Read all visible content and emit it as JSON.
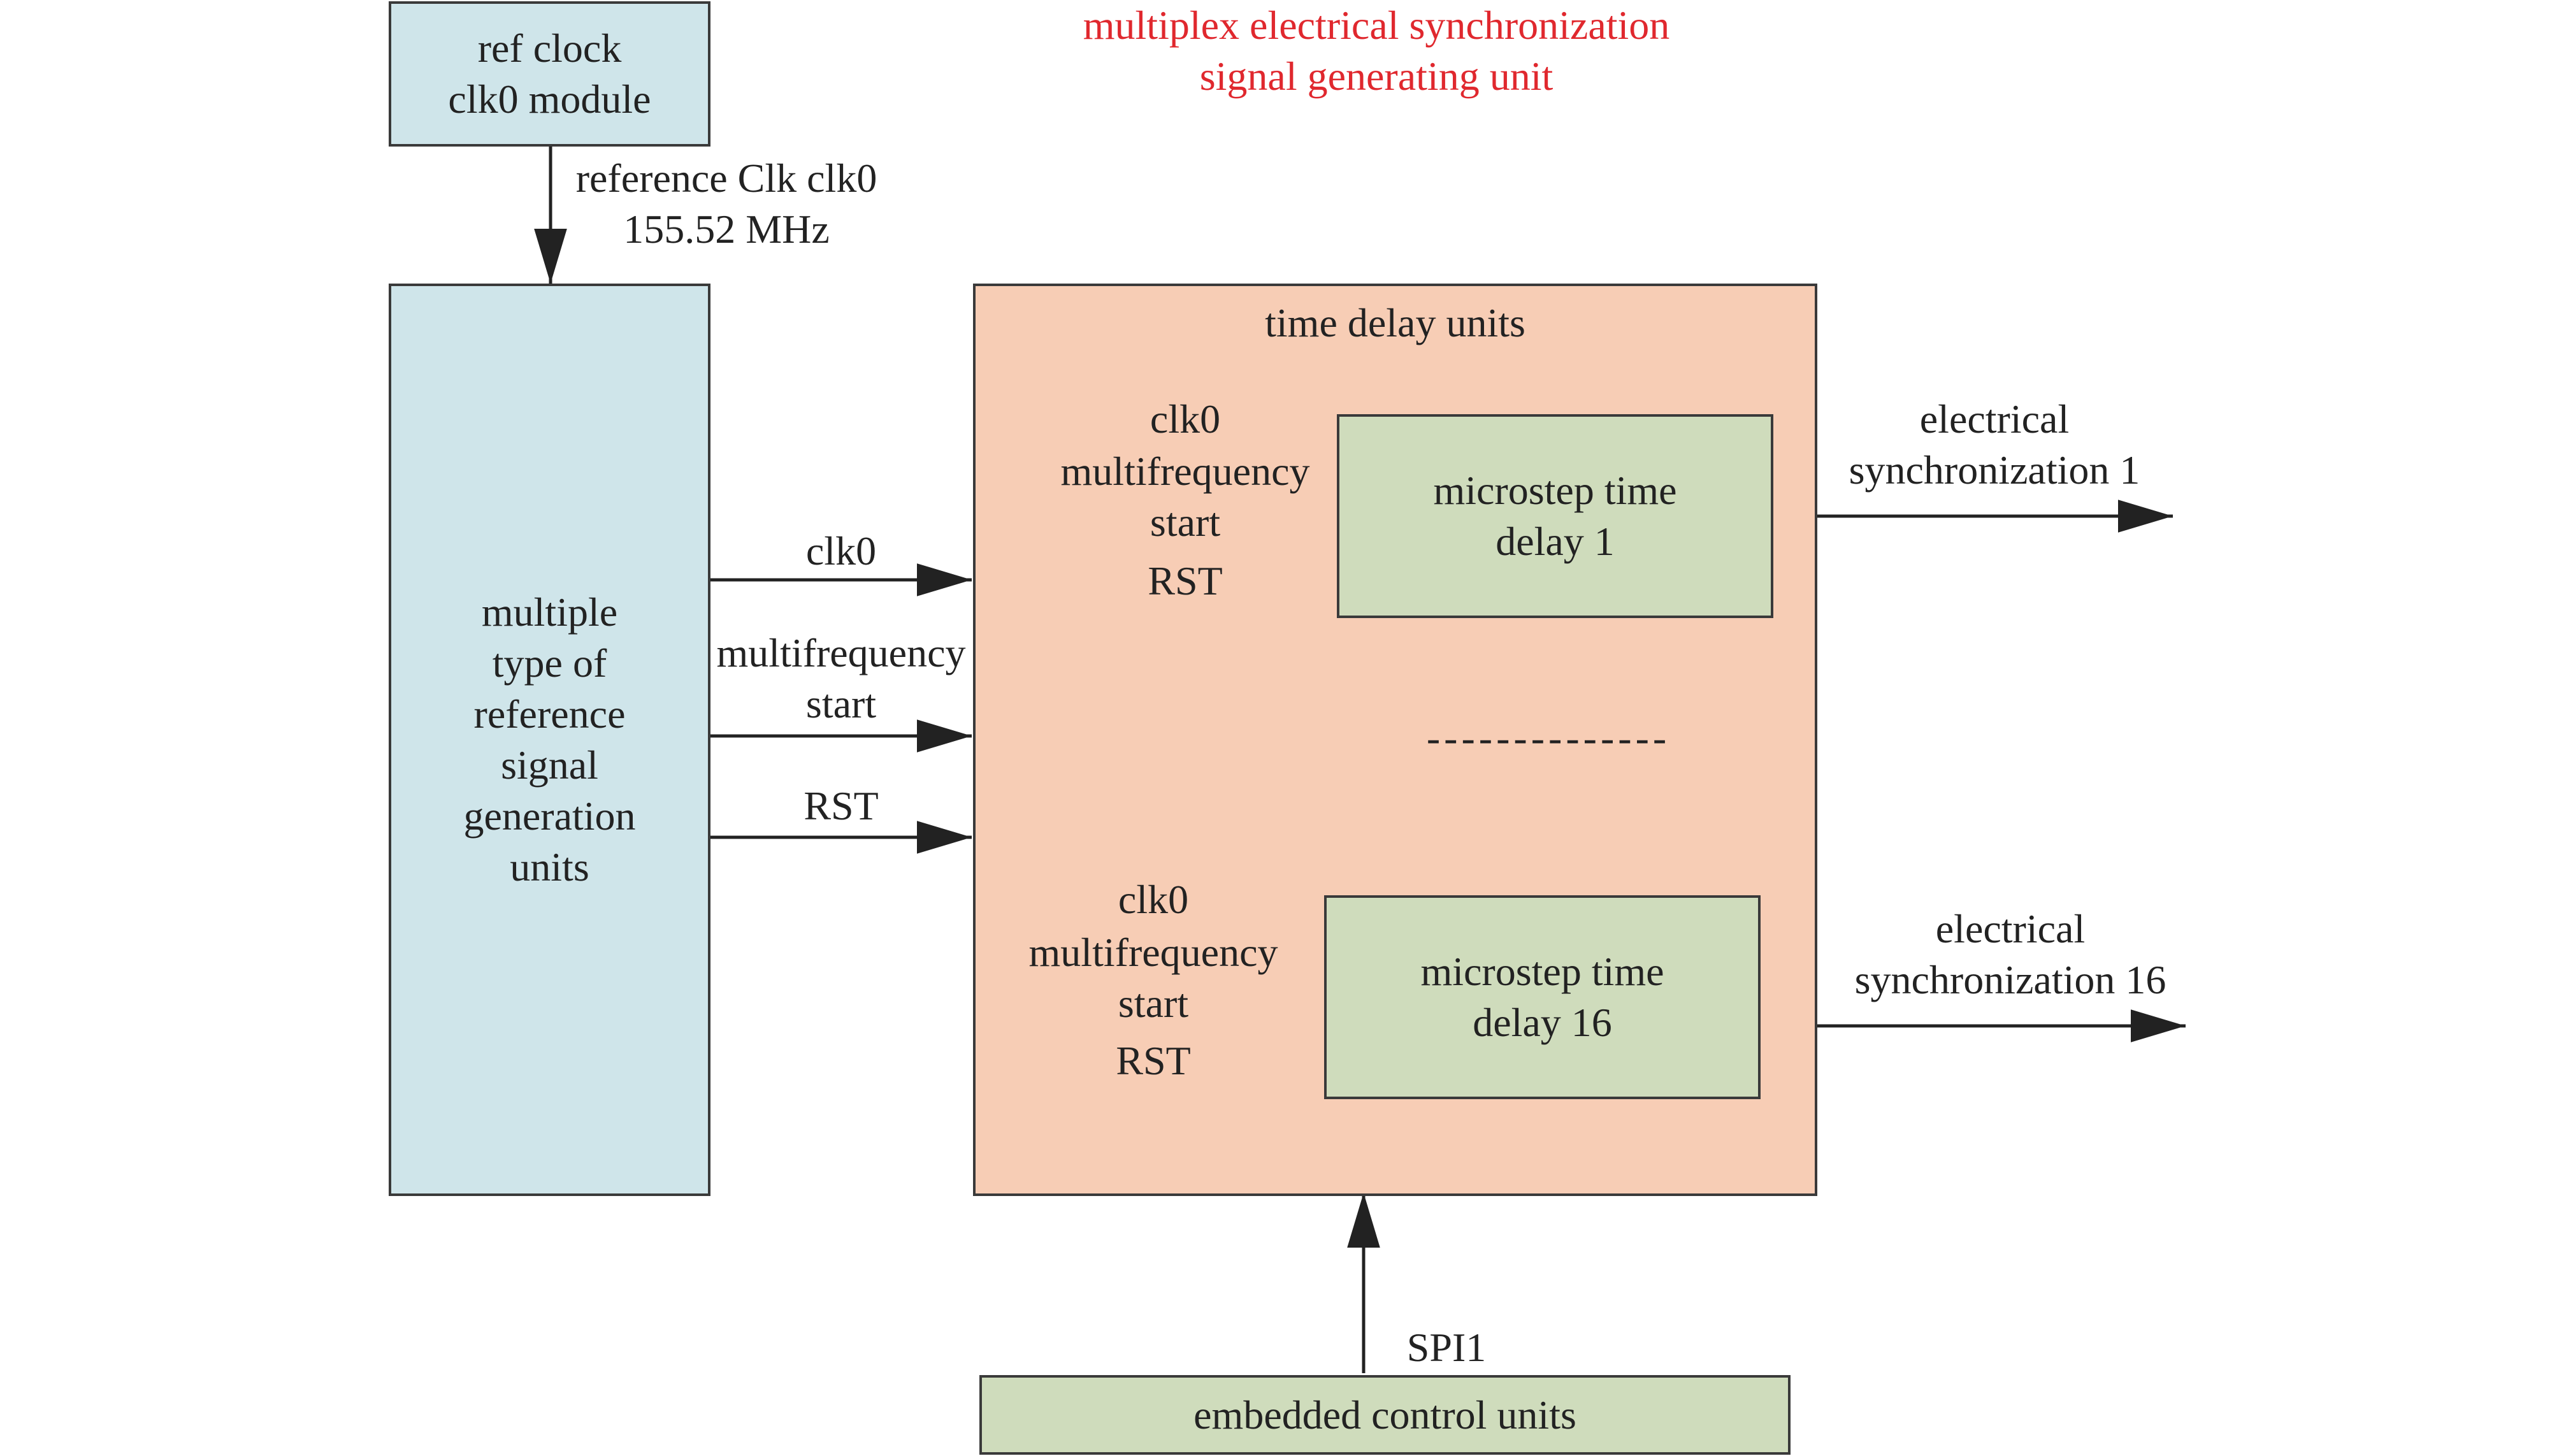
{
  "title": {
    "line1": "multiplex electrical synchronization",
    "line2": "signal generating unit"
  },
  "ref_clock": {
    "line1": "ref clock",
    "line2": "clk0 module",
    "arrow_line1": "reference Clk clk0",
    "arrow_line2": "155.52 MHz"
  },
  "generator": {
    "lines": [
      "multiple",
      "type of",
      "reference",
      "signal",
      "generation",
      "units"
    ]
  },
  "inputs": {
    "clk0": "clk0",
    "multifrequency": "multifrequency",
    "start": "start",
    "rst": "RST"
  },
  "delay_units": {
    "title": "time delay units",
    "unit1": {
      "line1": "microstep time",
      "line2": "delay 1"
    },
    "unit16": {
      "line1": "microstep time",
      "line2": "delay 16"
    },
    "ellipsis": "--------------"
  },
  "outputs": {
    "out1": {
      "line1": "electrical",
      "line2": "synchronization 1"
    },
    "out16": {
      "line1": "electrical",
      "line2": "synchronization 16"
    }
  },
  "control": {
    "label": "embedded control units",
    "spi": "SPI1"
  },
  "colors": {
    "blue_fill": "#cfe5ea",
    "salmon_fill": "#f7cdb5",
    "green_fill": "#cfdcbc",
    "title_red": "#e0282e"
  }
}
